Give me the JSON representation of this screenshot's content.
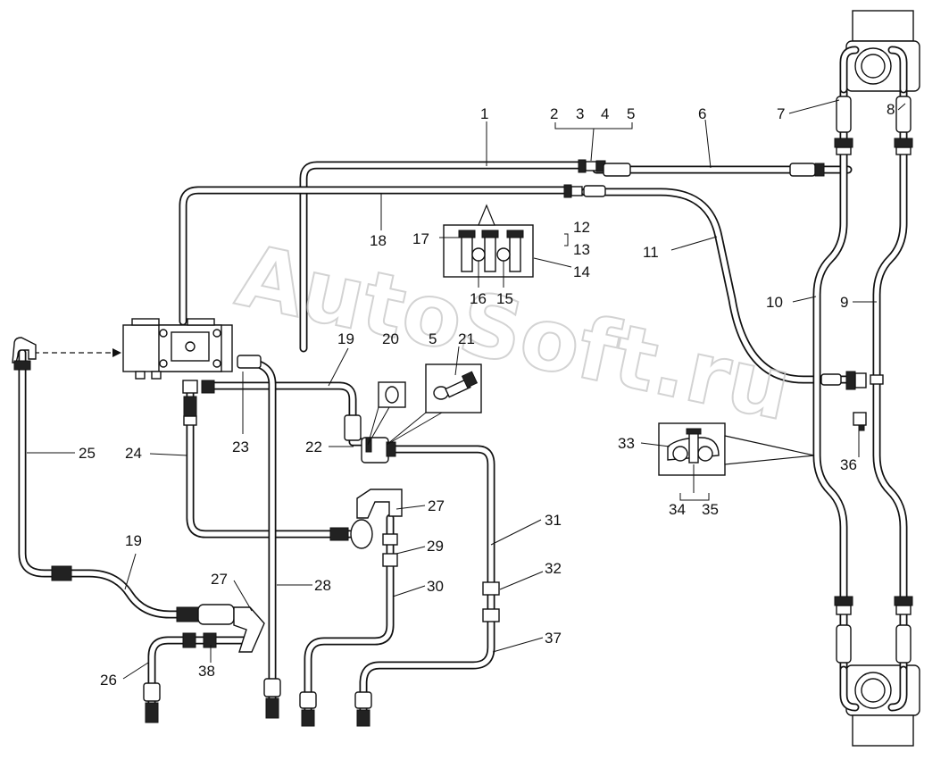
{
  "watermark": "AutoSoft.ru",
  "callouts": [
    {
      "id": "c1",
      "text": "1"
    },
    {
      "id": "c2",
      "text": "2"
    },
    {
      "id": "c3",
      "text": "3"
    },
    {
      "id": "c4",
      "text": "4"
    },
    {
      "id": "c5a",
      "text": "5"
    },
    {
      "id": "c6",
      "text": "6"
    },
    {
      "id": "c7",
      "text": "7"
    },
    {
      "id": "c8",
      "text": "8"
    },
    {
      "id": "c9",
      "text": "9"
    },
    {
      "id": "c10",
      "text": "10"
    },
    {
      "id": "c11",
      "text": "11"
    },
    {
      "id": "c12",
      "text": "12"
    },
    {
      "id": "c13",
      "text": "13"
    },
    {
      "id": "c14",
      "text": "14"
    },
    {
      "id": "c15",
      "text": "15"
    },
    {
      "id": "c16",
      "text": "16"
    },
    {
      "id": "c17",
      "text": "17"
    },
    {
      "id": "c18",
      "text": "18"
    },
    {
      "id": "c19a",
      "text": "19"
    },
    {
      "id": "c19b",
      "text": "19"
    },
    {
      "id": "c20",
      "text": "20"
    },
    {
      "id": "c5b",
      "text": "5"
    },
    {
      "id": "c21",
      "text": "21"
    },
    {
      "id": "c22",
      "text": "22"
    },
    {
      "id": "c23",
      "text": "23"
    },
    {
      "id": "c24",
      "text": "24"
    },
    {
      "id": "c25",
      "text": "25"
    },
    {
      "id": "c26",
      "text": "26"
    },
    {
      "id": "c27a",
      "text": "27"
    },
    {
      "id": "c27b",
      "text": "27"
    },
    {
      "id": "c28",
      "text": "28"
    },
    {
      "id": "c29",
      "text": "29"
    },
    {
      "id": "c30",
      "text": "30"
    },
    {
      "id": "c31",
      "text": "31"
    },
    {
      "id": "c32",
      "text": "32"
    },
    {
      "id": "c33",
      "text": "33"
    },
    {
      "id": "c34",
      "text": "34"
    },
    {
      "id": "c35",
      "text": "35"
    },
    {
      "id": "c36",
      "text": "36"
    },
    {
      "id": "c37",
      "text": "37"
    },
    {
      "id": "c38",
      "text": "38"
    }
  ]
}
